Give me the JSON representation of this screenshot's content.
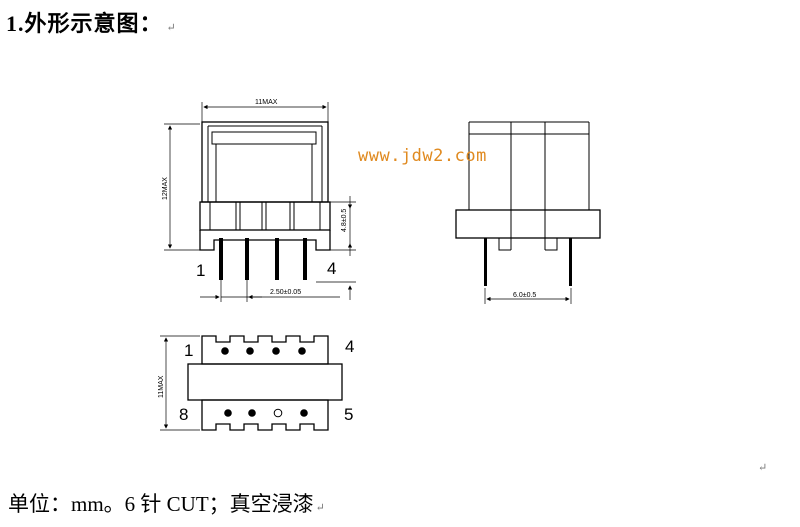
{
  "heading": {
    "text": "1.外形示意图：",
    "mark": "↵"
  },
  "watermark": "www.jdw2.com",
  "footer": {
    "text": "单位：mm。6 针 CUT；真空浸漆",
    "mark": "↵"
  },
  "stray_mark": "↵",
  "front_view": {
    "dim_top": "11MAX",
    "dim_left": "12MAX",
    "dim_right": "4.8±0.5",
    "dim_bottom": "2.50±0.05",
    "pin_left": "1",
    "pin_right": "4"
  },
  "side_view": {
    "dim_bottom": "6.0±0.5"
  },
  "bottom_view": {
    "dim_left": "11MAX",
    "pin_tl": "1",
    "pin_tr": "4",
    "pin_bl": "8",
    "pin_br": "5"
  }
}
